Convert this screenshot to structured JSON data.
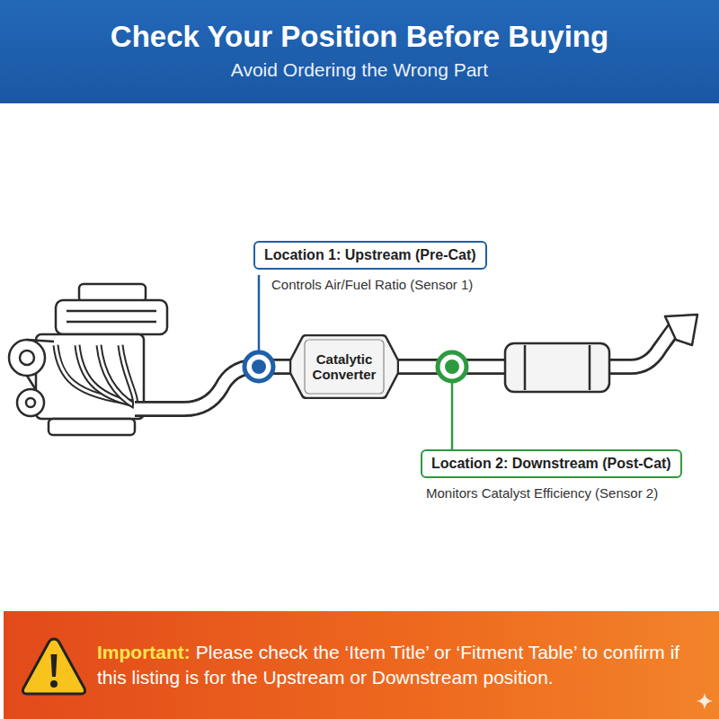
{
  "diagram": {
    "title": "Check Your Position Before Buying",
    "nodes": [
      {
        "text": [
          "Location 1: Upstream (Pre-Cat)",
          "Controls Air/Fuel Ratio (Sensor 1)"
        ]
      },
      {
        "text": [
          "Catalytic Converter"
        ]
      },
      {
        "text": [
          "Location 2: Downstream (Post-Cat)",
          "Monitors Catalyst Efficiency (Sensor 2)"
        ]
      },
      {
        "text": [
          "Important:",
          "Please check the ‘Item Title’ or ‘Fitment Table’ to confirm if this listing is for the Upstream or Downstream position."
        ]
      }
    ],
    "labels": [
      "Avoid Ordering the Wrong Part"
    ]
  }
}
